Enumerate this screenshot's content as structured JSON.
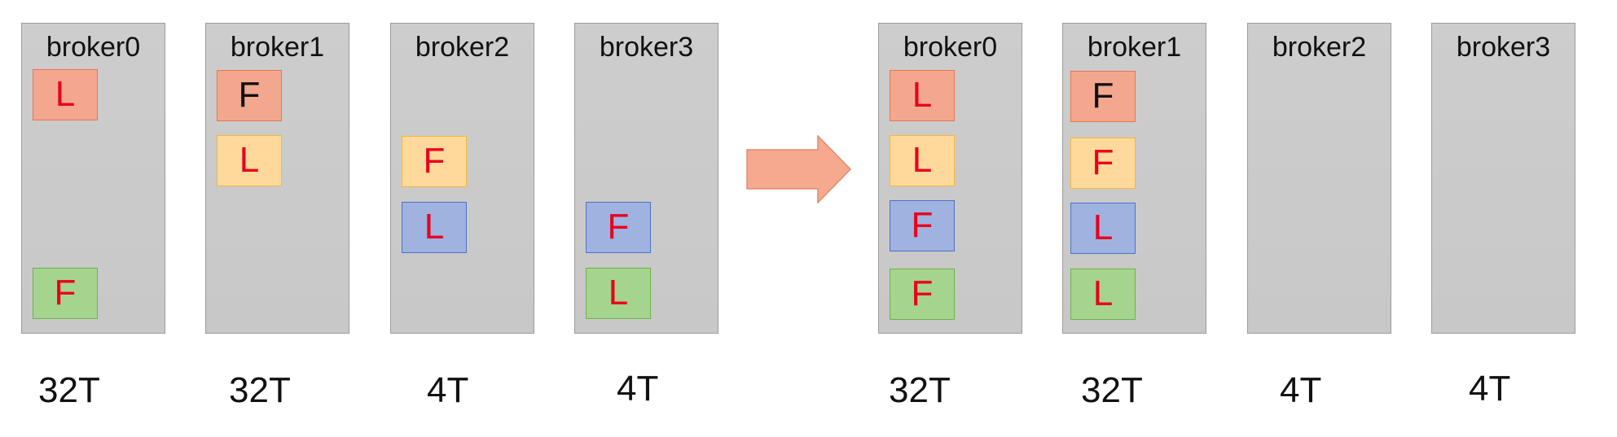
{
  "left_cluster": {
    "brokers": [
      {
        "name": "broker0",
        "capacity": "32T",
        "replicas": [
          {
            "role": "L",
            "color": "orange",
            "text_color": "#e8001c"
          },
          {
            "role": "F",
            "color": "green",
            "text_color": "#e8001c"
          }
        ]
      },
      {
        "name": "broker1",
        "capacity": "32T",
        "replicas": [
          {
            "role": "F",
            "color": "orange",
            "text_color": "#111111"
          },
          {
            "role": "L",
            "color": "yellow",
            "text_color": "#e8001c"
          }
        ]
      },
      {
        "name": "broker2",
        "capacity": "4T",
        "replicas": [
          {
            "role": "F",
            "color": "yellow",
            "text_color": "#e8001c"
          },
          {
            "role": "L",
            "color": "blue",
            "text_color": "#e8001c"
          }
        ]
      },
      {
        "name": "broker3",
        "capacity": "4T",
        "replicas": [
          {
            "role": "F",
            "color": "blue",
            "text_color": "#e8001c"
          },
          {
            "role": "L",
            "color": "green",
            "text_color": "#e8001c"
          }
        ]
      }
    ]
  },
  "right_cluster": {
    "brokers": [
      {
        "name": "broker0",
        "capacity": "32T",
        "replicas": [
          {
            "role": "L",
            "color": "orange",
            "text_color": "#e8001c"
          },
          {
            "role": "L",
            "color": "yellow",
            "text_color": "#e8001c"
          },
          {
            "role": "F",
            "color": "blue",
            "text_color": "#e8001c"
          },
          {
            "role": "F",
            "color": "green",
            "text_color": "#e8001c"
          }
        ]
      },
      {
        "name": "broker1",
        "capacity": "32T",
        "replicas": [
          {
            "role": "F",
            "color": "orange",
            "text_color": "#111111"
          },
          {
            "role": "F",
            "color": "yellow",
            "text_color": "#e8001c"
          },
          {
            "role": "L",
            "color": "blue",
            "text_color": "#e8001c"
          },
          {
            "role": "L",
            "color": "green",
            "text_color": "#e8001c"
          }
        ]
      },
      {
        "name": "broker2",
        "capacity": "4T",
        "replicas": []
      },
      {
        "name": "broker3",
        "capacity": "4T",
        "replicas": []
      }
    ]
  },
  "palette": {
    "orange": {
      "fill": "#f4a78f",
      "border": "#e8764f"
    },
    "yellow": {
      "fill": "#ffd99b",
      "border": "#f2b936"
    },
    "blue": {
      "fill": "#9fb2e0",
      "border": "#4f72c4"
    },
    "green": {
      "fill": "#a5d48f",
      "border": "#6eb349"
    },
    "arrow_fill": "#f5a98e",
    "arrow_stroke": "#e58a6c"
  }
}
